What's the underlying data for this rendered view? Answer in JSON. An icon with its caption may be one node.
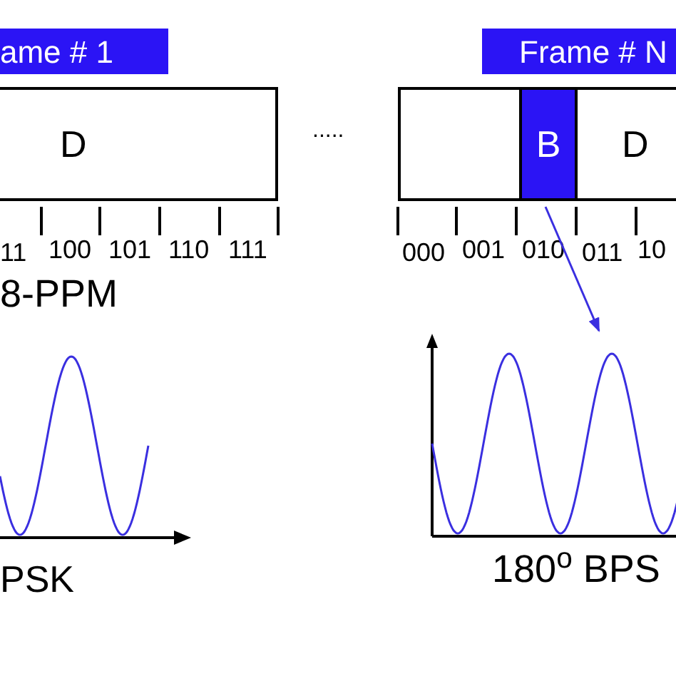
{
  "diagram": {
    "nodes": [
      {
        "text": [
          "ame # 1"
        ]
      },
      {
        "text": [
          "D"
        ]
      },
      {
        "text": [
          "Frame # N"
        ]
      },
      {
        "text": [
          "D"
        ]
      },
      {
        "text": [
          "B"
        ],
        "in": 3
      },
      {
        "text": [],
        "shape": "wave",
        "beside": [
          "180$^{o}$ BPS"
        ]
      }
    ],
    "edges": [
      {
        "from": 4,
        "to": 5,
        "arrow": "to",
        "color": "#3a2fe0"
      }
    ],
    "labels": [
      ".....",
      "11",
      "100",
      "101",
      "110",
      "111",
      "000",
      "001",
      "010",
      "011",
      "10",
      "8-PPM",
      "PSK"
    ]
  }
}
